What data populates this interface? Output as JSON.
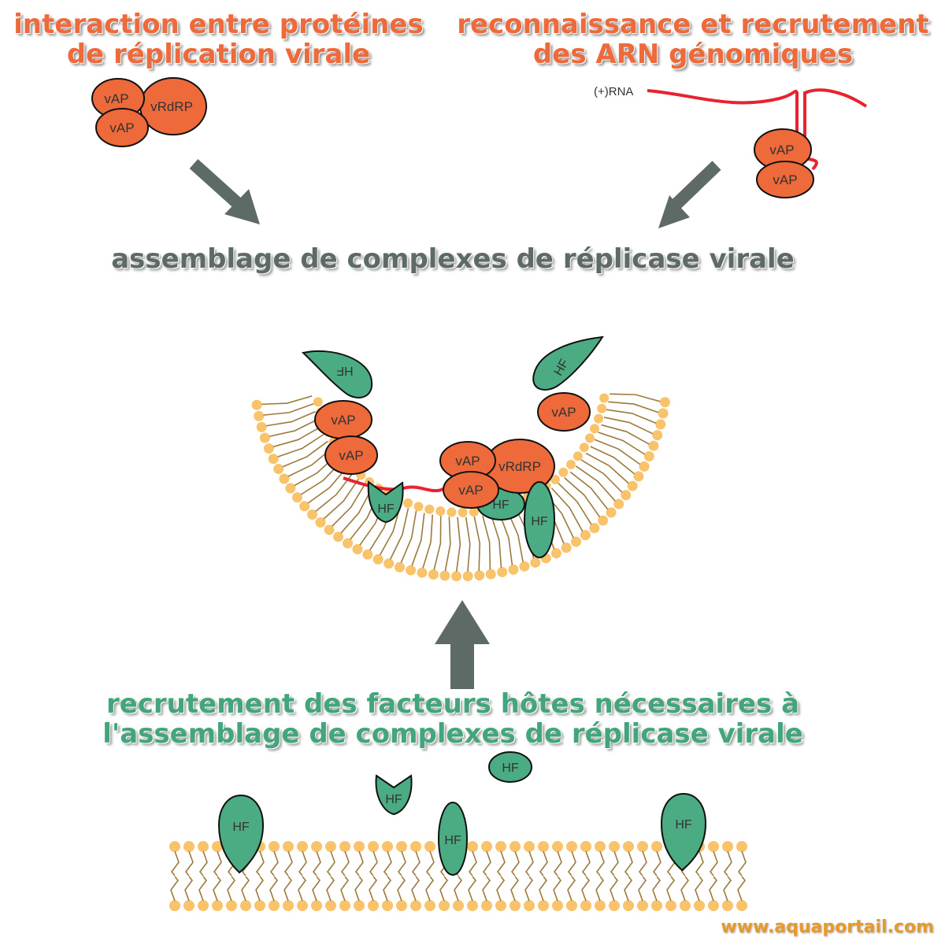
{
  "titles": {
    "top_left_line1": "interaction entre protéines",
    "top_left_line2": "de réplication virale",
    "top_right_line1": "reconnaissance et recrutement",
    "top_right_line2": "des ARN génomiques",
    "middle": "assemblage de complexes de réplicase virale",
    "bottom_line1": "recrutement des facteurs hôtes nécessaires à",
    "bottom_line2": "l'assemblage de complexes de réplicase virale"
  },
  "labels": {
    "vap": "vAP",
    "vrdrp": "vRdRP",
    "hf": "HF",
    "rna": "(+)RNA"
  },
  "watermark": "www.aquaportail.com",
  "colors": {
    "protein_orange": "#ef6a3a",
    "host_factor_green": "#4bab82",
    "lipid_head": "#f8c36a",
    "lipid_tail": "#9c7a3e",
    "rna_red": "#e8232f",
    "arrow_gray": "#5e6a65"
  }
}
